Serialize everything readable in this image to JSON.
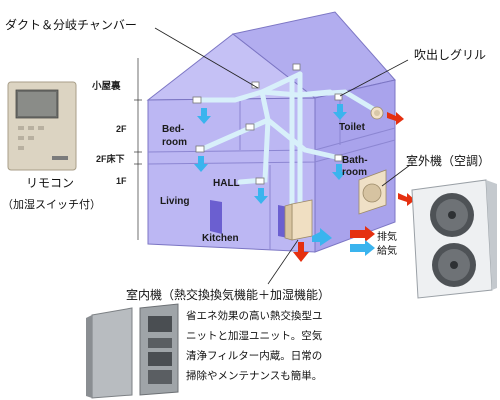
{
  "labels": {
    "duct": "ダクト＆分岐チャンバー",
    "outlet_grille": "吹出しグリル",
    "remote": "リモコン",
    "remote_note": "（加湿スイッチ付）",
    "outdoor_unit": "室外機（空調）",
    "indoor_unit": "室内機（熱交換換気機能＋加湿機能）"
  },
  "floors": {
    "attic": "小屋裏",
    "second": "2F",
    "second_under": "2F床下",
    "first": "1F"
  },
  "rooms": {
    "bedroom_1": "Bed-",
    "bedroom_2": "room",
    "toilet": "Toilet",
    "bathroom_1": "Bath-",
    "bathroom_2": "room",
    "hall": "HALL",
    "living": "Living",
    "kitchen": "Kitchen"
  },
  "legend": {
    "exhaust": "排気",
    "supply": "給気"
  },
  "description": [
    "省エネ効果の高い熱交換型ユ",
    "ニットと加湿ユニット。空気",
    "清浄フィルター内蔵。日常の",
    "掃除やメンテナンスも簡単。"
  ],
  "colors": {
    "house_fill": "#b9b4f2",
    "duct": "#cfeaf7",
    "supply_arrow": "#3ab4ee",
    "exhaust_arrow": "#e53010",
    "wall_panel": "#6b5fd0"
  }
}
